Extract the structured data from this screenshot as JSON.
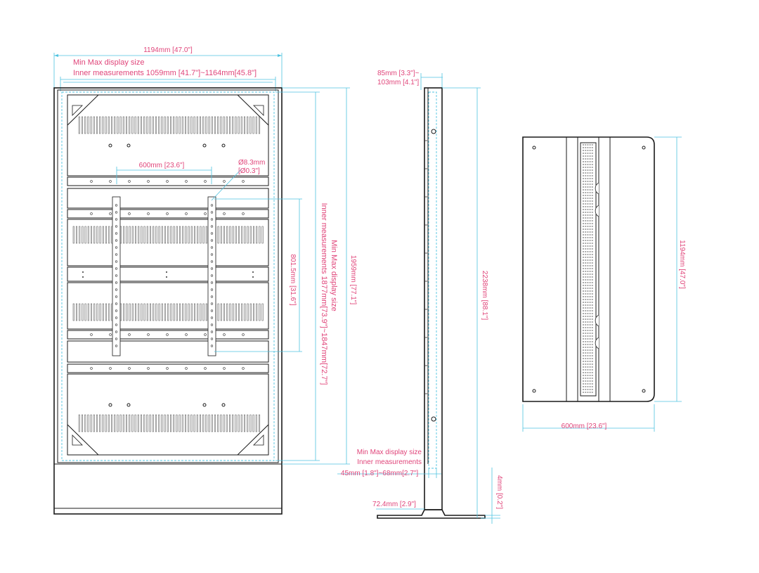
{
  "colors": {
    "dimension": "#e0457a",
    "extension": "#4fc3e0",
    "outline": "#1a1a1a"
  },
  "front_view": {
    "overall_width": "1194mm [47.0\"]",
    "display_size_title": "Min Max display size",
    "display_inner_width": "Inner measurements 1059mm [41.7\"]~1164mm[45.8\"]",
    "vesa_width": "600mm [23.6\"]",
    "hole_diameter": "Ø8.3mm",
    "hole_diameter_inch": "[Ø0.3\"]",
    "vesa_height": "801.5mm [31.6\"]",
    "display_size_title_vertical": "Min Max display size",
    "display_inner_height": "Inner measurements 1877mm[73.9\"]~1847mm[72.7\"]",
    "overall_height": "1959mm [77.1\"]"
  },
  "side_view": {
    "depth_top": "85mm [3.3\"]~",
    "depth_bottom": "103mm [4.1\"]",
    "total_height": "2238mm [88.1\"]",
    "display_size_title": "Min Max display size",
    "inner_label": "Inner measurements",
    "inner_depth": "45mm [1.8\"]~68mm[2.7\"]",
    "base_width": "72.4mm [2.9\"]",
    "base_thickness": "4mm [0.2\"]"
  },
  "top_view": {
    "width": "600mm [23.6\"]",
    "length": "1194mm [47.0\"]"
  }
}
